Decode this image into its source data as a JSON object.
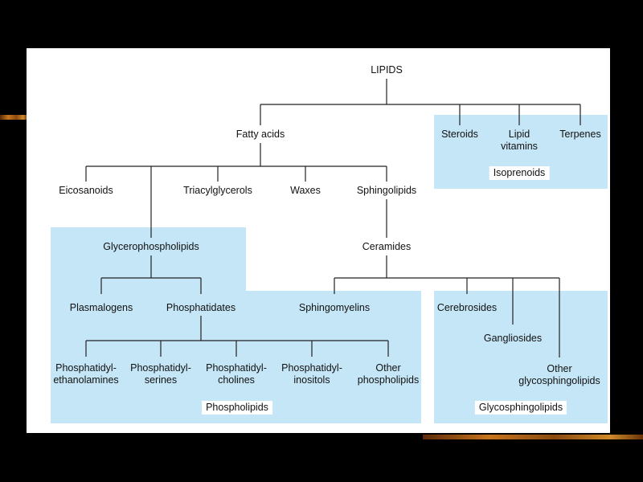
{
  "diagram": {
    "root": "LIPIDS",
    "nodes": {
      "fatty_acids": "Fatty acids",
      "steroids": "Steroids",
      "lipid_vitamins": "Lipid\nvitamins",
      "terpenes": "Terpenes",
      "eicosanoids": "Eicosanoids",
      "triacylglycerols": "Triacylglycerols",
      "waxes": "Waxes",
      "sphingolipids": "Sphingolipids",
      "glycerophospholipids": "Glycerophospholipids",
      "ceramides": "Ceramides",
      "plasmalogens": "Plasmalogens",
      "phosphatidates": "Phosphatidates",
      "sphingomyelins": "Sphingomyelins",
      "cerebrosides": "Cerebrosides",
      "gangliosides": "Gangliosides",
      "other_glycosphingolipids": "Other\nglycosphingolipids",
      "phosphatidyl_ethanolamines": "Phosphatidyl-\nethanolamines",
      "phosphatidyl_serines": "Phosphatidyl-\nserines",
      "phosphatidyl_cholines": "Phosphatidyl-\ncholines",
      "phosphatidyl_inositols": "Phosphatidyl-\ninositols",
      "other_phospholipids": "Other\nphospholipids"
    },
    "groups": {
      "isoprenoids": "Isoprenoids",
      "phospholipids": "Phospholipids",
      "glycosphingolipids": "Glycosphingolipids"
    },
    "colors": {
      "group_fill": "#c5e6f7",
      "line": "#222222",
      "background": "#000000",
      "panel": "#ffffff"
    }
  }
}
